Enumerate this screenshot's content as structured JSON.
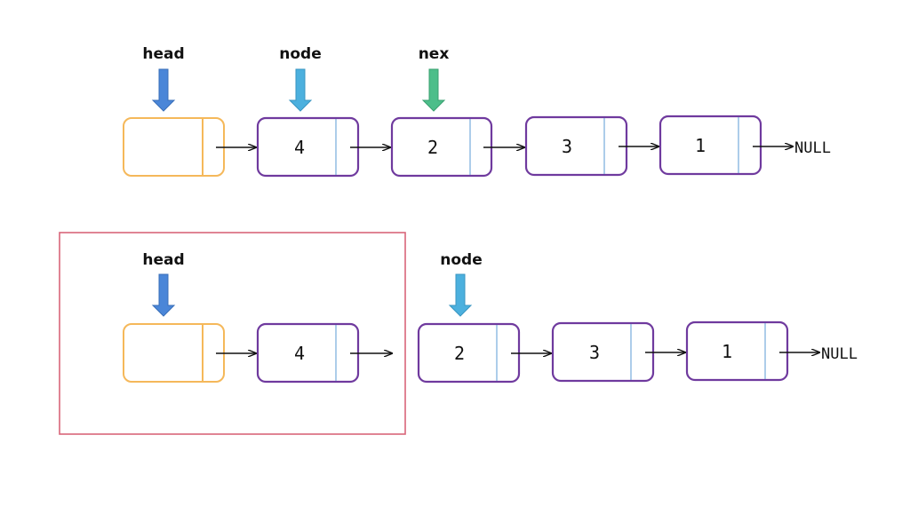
{
  "colors": {
    "head_node_border": "#F5B85A",
    "list_node_border": "#6F3A9E",
    "node_divider": "#5B9BD5",
    "head_pointer": "#4A86D8",
    "node_pointer": "#4CB0DE",
    "nex_pointer": "#4DBE8A",
    "highlight_box": "#D9667A",
    "arrow": "#111111"
  },
  "top_row": {
    "pointers": [
      {
        "label": "head",
        "icon": "down-arrow-icon",
        "color": "#4A86D8"
      },
      {
        "label": "node",
        "icon": "down-arrow-icon",
        "color": "#4CB0DE"
      },
      {
        "label": "nex",
        "icon": "down-arrow-icon",
        "color": "#4DBE8A"
      }
    ],
    "nodes": [
      {
        "value": "",
        "kind": "head"
      },
      {
        "value": "4",
        "kind": "list"
      },
      {
        "value": "2",
        "kind": "list"
      },
      {
        "value": "3",
        "kind": "list"
      },
      {
        "value": "1",
        "kind": "list"
      }
    ],
    "terminator": "NULL"
  },
  "bottom_row": {
    "pointers": [
      {
        "label": "head",
        "icon": "down-arrow-icon",
        "color": "#4A86D8"
      },
      {
        "label": "node",
        "icon": "down-arrow-icon",
        "color": "#4CB0DE"
      }
    ],
    "nodes": [
      {
        "value": "",
        "kind": "head"
      },
      {
        "value": "4",
        "kind": "list"
      },
      {
        "value": "2",
        "kind": "list"
      },
      {
        "value": "3",
        "kind": "list"
      },
      {
        "value": "1",
        "kind": "list"
      }
    ],
    "terminator": "NULL"
  }
}
